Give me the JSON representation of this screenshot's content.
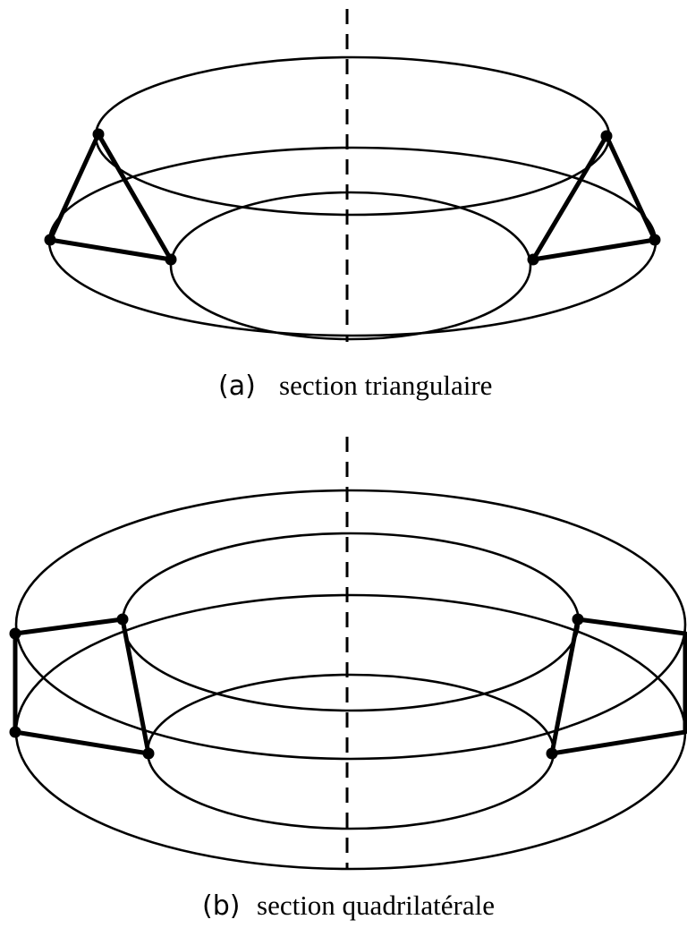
{
  "figures": [
    {
      "label": "(a)",
      "caption": "section triangulaire"
    },
    {
      "label": "(b)",
      "caption": "section quadrilatérale"
    }
  ]
}
